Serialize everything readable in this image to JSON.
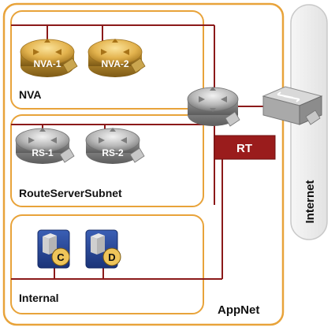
{
  "vnet": {
    "label": "AppNet"
  },
  "subnets": [
    {
      "id": "nva",
      "label": "NVA",
      "devices": [
        "NVA-1",
        "NVA-2"
      ]
    },
    {
      "id": "routeserver",
      "label": "RouteServerSubnet",
      "devices": [
        "RS-1",
        "RS-2"
      ]
    },
    {
      "id": "internal",
      "label": "Internal",
      "devices": [
        "C",
        "D"
      ]
    }
  ],
  "route_table": {
    "label": "RT"
  },
  "internet": {
    "label": "Internet"
  },
  "colors": {
    "border_orange": "#e8a33a",
    "line_red": "#8b1a1a",
    "rt_fill": "#9a1c1c",
    "router_gold": "#e8c060",
    "router_gray": "#9c9c9c",
    "server_blue": "#1f3d8a",
    "badge_gold": "#efc55a",
    "internet_gray": "#e8e8e8"
  }
}
